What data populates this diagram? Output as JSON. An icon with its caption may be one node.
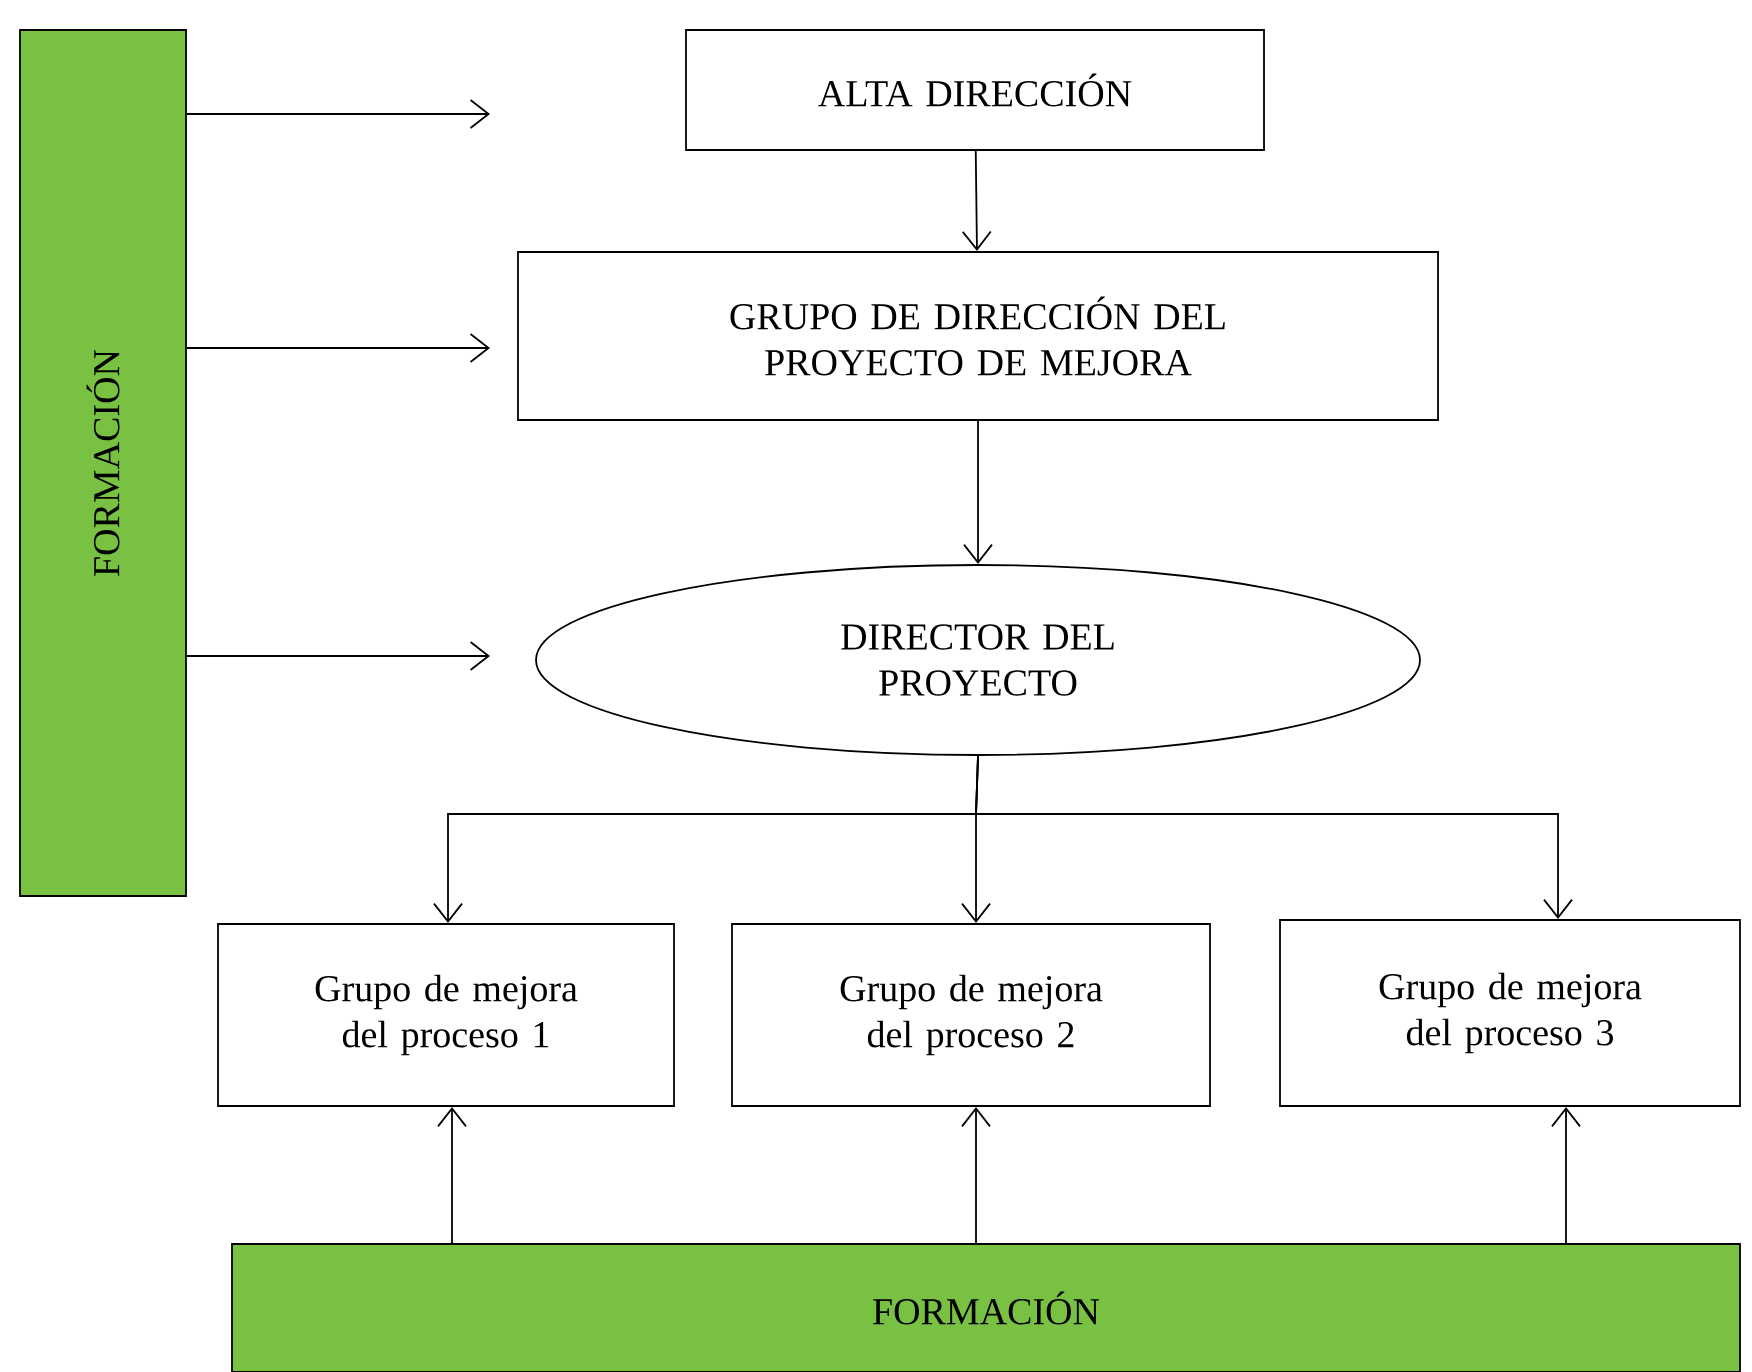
{
  "diagram": {
    "nodes": [
      {
        "text": [
          "FORMACIÓN"
        ]
      },
      {
        "text": [
          "ALTA DIRECCIÓN"
        ]
      },
      {
        "text": [
          "GRUPO DE DIRECCIÓN DEL PROYECTO DE MEJORA"
        ]
      },
      {
        "text": [
          "DIRECTOR DEL PROYECTO"
        ]
      },
      {
        "text": [
          "Grupo de mejora del proceso 1"
        ]
      },
      {
        "text": [
          "Grupo de mejora del proceso 2"
        ]
      },
      {
        "text": [
          "Grupo de mejora del proceso 3"
        ]
      },
      {
        "text": [
          "FORMACIÓN"
        ]
      }
    ],
    "edges": [
      {
        "from": 0,
        "to": null,
        "arrow": "to"
      },
      {
        "from": 0,
        "to": null,
        "arrow": "to"
      },
      {
        "from": 0,
        "to": null,
        "arrow": "to"
      },
      {
        "from": 1,
        "to": 2,
        "arrow": "to"
      },
      {
        "from": 2,
        "to": 3,
        "arrow": "to"
      },
      {
        "from": 3,
        "to": 4,
        "arrow": "to"
      },
      {
        "from": 3,
        "to": 5,
        "arrow": "to"
      },
      {
        "from": 3,
        "to": 6,
        "arrow": "to"
      },
      {
        "from": 7,
        "to": 4,
        "arrow": "to"
      },
      {
        "from": 7,
        "to": 5,
        "arrow": "to"
      },
      {
        "from": 7,
        "to": 6,
        "arrow": "to"
      }
    ]
  }
}
